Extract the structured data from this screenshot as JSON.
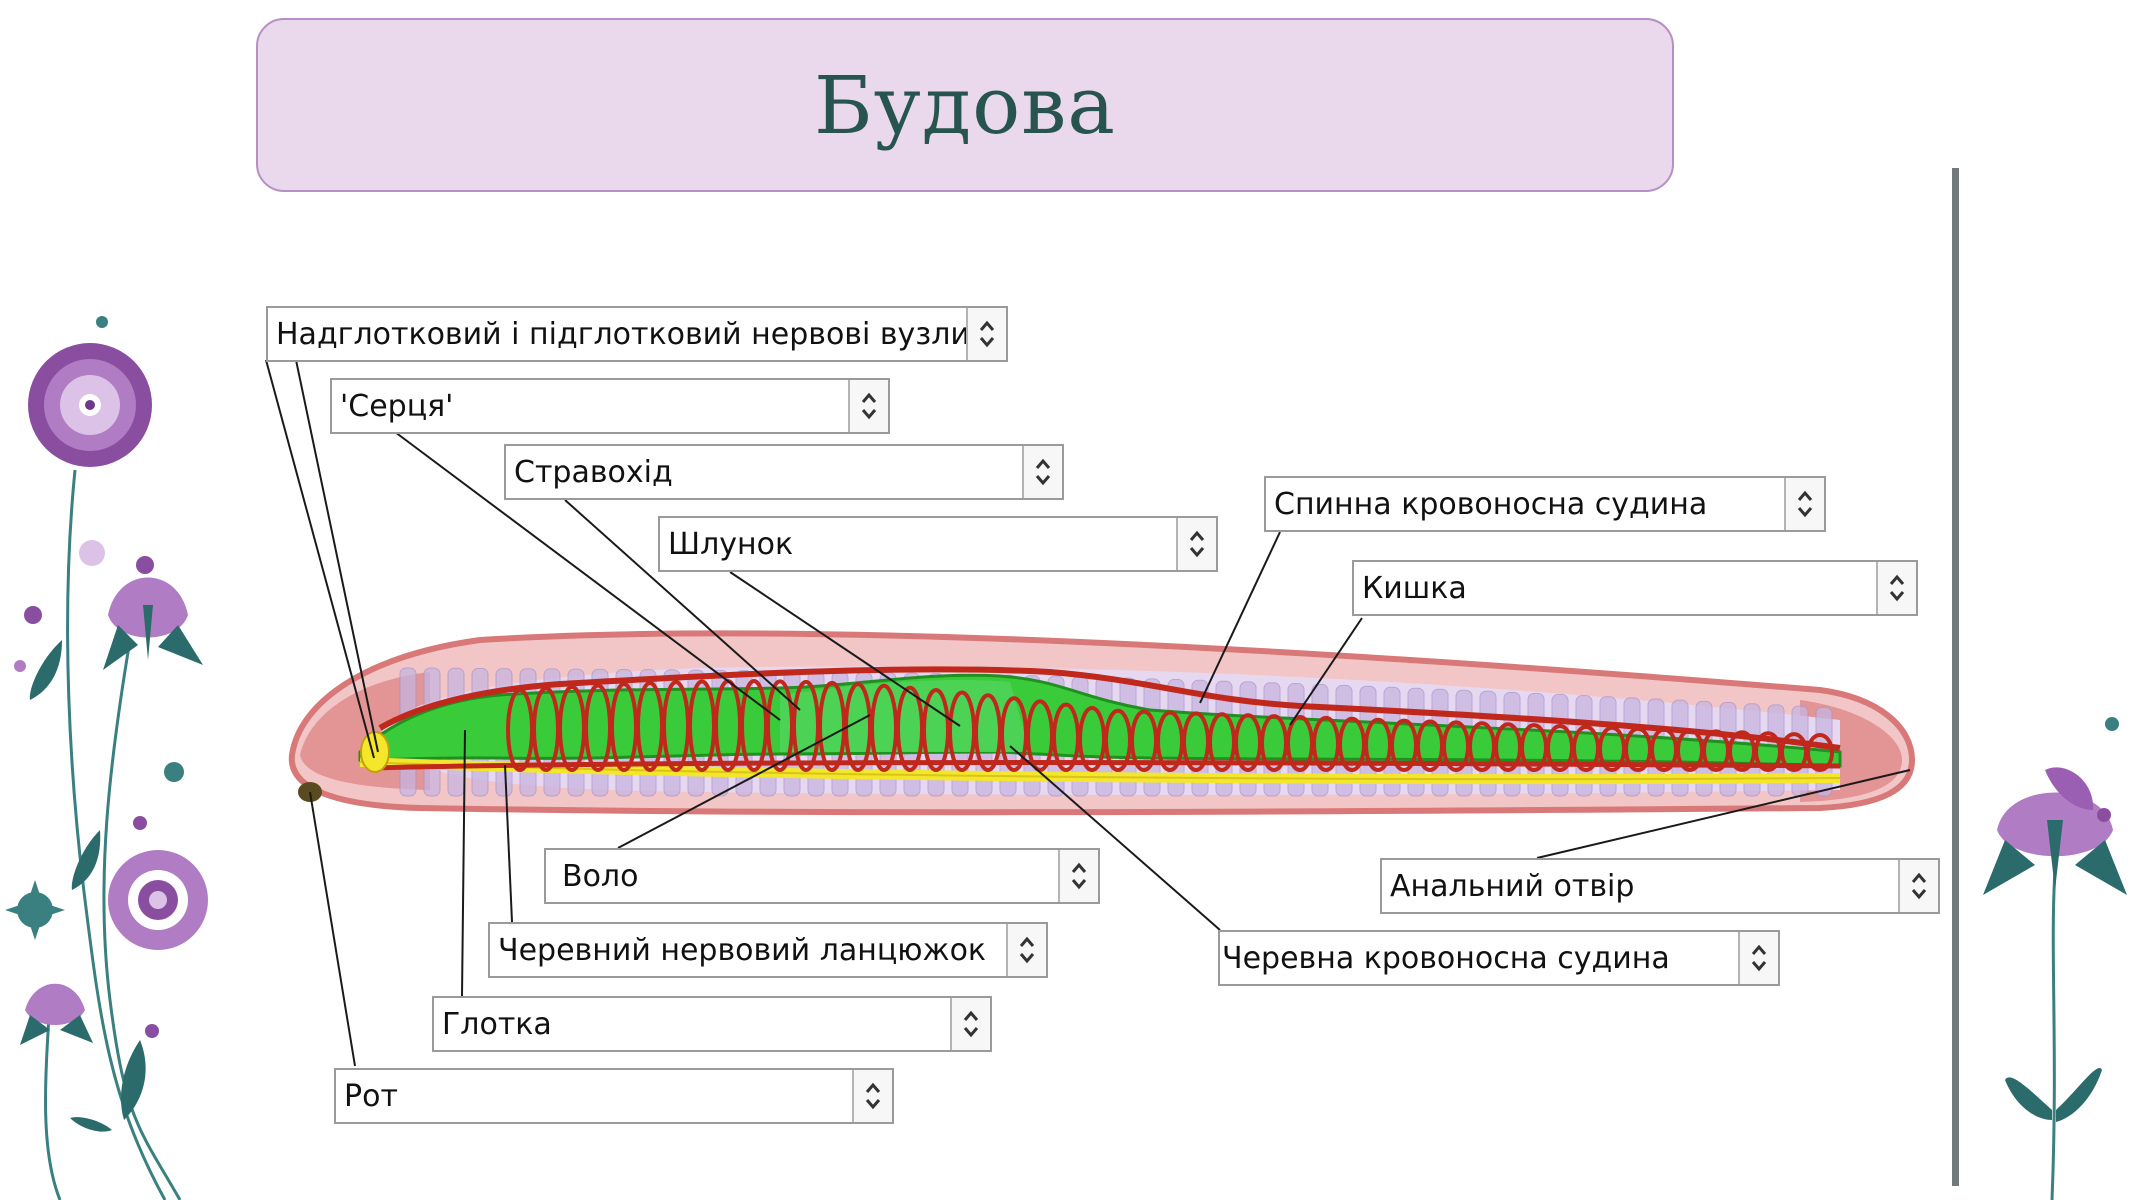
{
  "slide": {
    "title": "Будова"
  },
  "colors": {
    "title_bg": "#ead8ec",
    "title_text": "#27544f",
    "body_wall": "#e89a9a",
    "vessels": "#c0281c",
    "intestine": "#35c93a",
    "nerve_cord": "#f4e62a",
    "segments": "#c8b4e0"
  },
  "diagram": {
    "labels": [
      {
        "id": "nerve-ganglia",
        "text": "Надглотковий і підглотковий нервові вузли"
      },
      {
        "id": "hearts",
        "text": "'Серця'"
      },
      {
        "id": "esophagus",
        "text": "Стравохід"
      },
      {
        "id": "stomach",
        "text": "Шлунок"
      },
      {
        "id": "dorsal-vessel",
        "text": "Спинна кровоносна судина"
      },
      {
        "id": "intestine",
        "text": "Кишка"
      },
      {
        "id": "crop",
        "text": "Воло"
      },
      {
        "id": "anus",
        "text": "Анальний отвір"
      },
      {
        "id": "ventral-nerve-cord",
        "text": "Черевний нервовий ланцюжок"
      },
      {
        "id": "ventral-vessel",
        "text": "Черевна кровоносна судина"
      },
      {
        "id": "pharynx",
        "text": "Глотка"
      },
      {
        "id": "mouth",
        "text": "Рот"
      }
    ]
  },
  "icons": {
    "dropdown": "up-down-chevron-icon",
    "decoration": "flower-icon"
  }
}
